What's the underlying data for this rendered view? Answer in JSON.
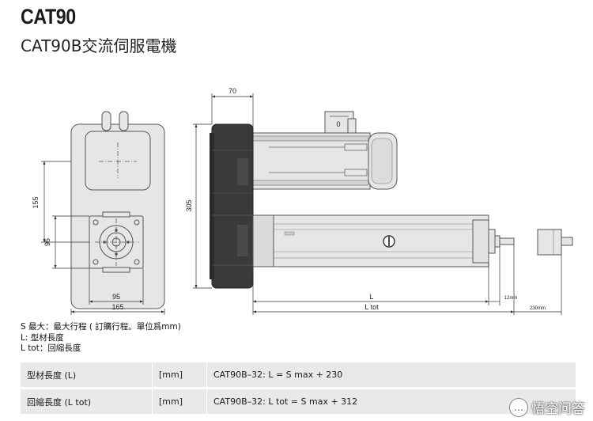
{
  "title": "CAT90",
  "subtitle": "CAT90B交流伺服電機",
  "dimensions": {
    "d70": "70",
    "d155": "155",
    "d305": "305",
    "d95_left": "95",
    "d95_bottom": "95",
    "d165": "165",
    "L": "L",
    "L_tot": "L tot",
    "d12mm": "12mm",
    "d230mm": "230mm",
    "connector_label": "0"
  },
  "notes": [
    "S 最大：最大行程 ( 訂購行程。單位爲mm)",
    "L:  型材長度",
    "L tot：回縮長度"
  ],
  "spec_table": [
    {
      "name": "型材長度 (L)",
      "unit": "[mm]",
      "formula": "CAT90B–32: L = S max + 230"
    },
    {
      "name": "回縮長度 (L tot)",
      "unit": "[mm]",
      "formula": "CAT90B–32: L tot = S max + 312"
    }
  ],
  "watermark": {
    "text": "悟空问答",
    "icon": "chat-bubble-icon"
  },
  "colors": {
    "body_fill": "#e6e6e6",
    "motor_fill": "#3a3a3a",
    "table_bg": "#e9e9e9"
  }
}
